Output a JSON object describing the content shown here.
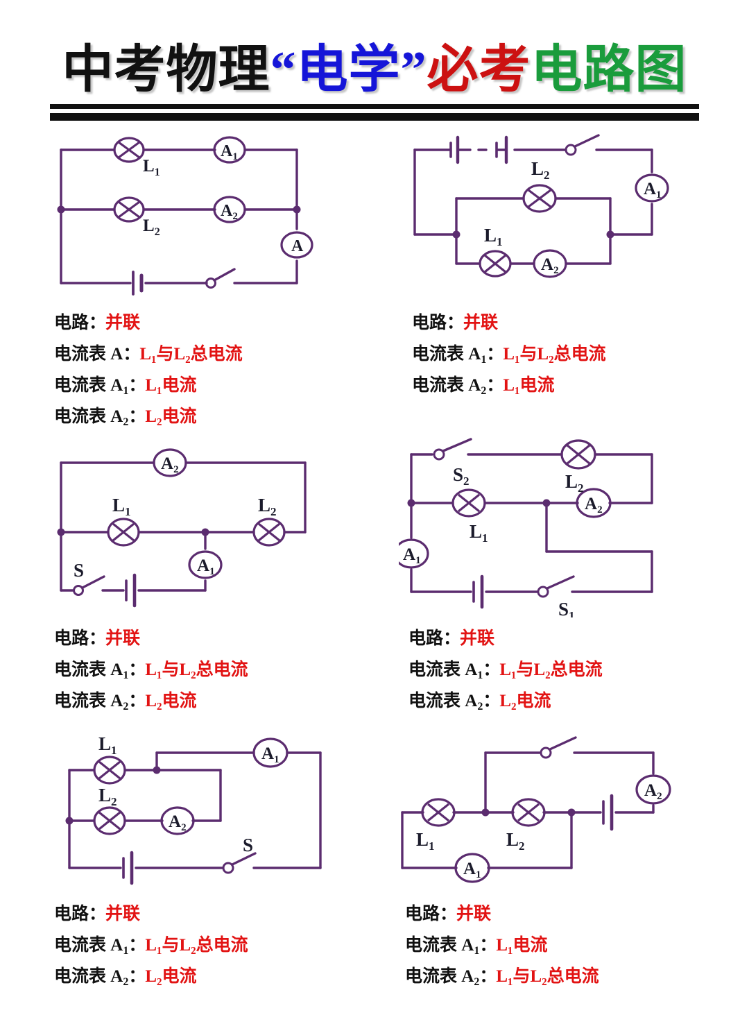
{
  "title": {
    "part1": "中考物理",
    "part2": "“电学”",
    "part3": "必考",
    "part4": "电路图"
  },
  "colors": {
    "wire": "#5B2C6F",
    "answer_red": "#e21313",
    "label_black": "#111111",
    "title_blue": "#1515d8",
    "title_red": "#cc1111",
    "title_green": "#1a9c3c"
  },
  "caption_labels": {
    "circuit": "电路：",
    "ammeter_a": "电流表 A：",
    "ammeter_a1": "电流表 A",
    "ammeter_a2": "电流表 A",
    "colon": "：",
    "sub1": "1",
    "sub2": "2"
  },
  "answers": {
    "parallel": "并联",
    "total": "总电流",
    "current": "电流",
    "and": "与"
  },
  "circuits": [
    {
      "id": "circuit-1",
      "component_labels": {
        "L1": "L",
        "L1sub": "1",
        "L2": "L",
        "L2sub": "2",
        "A": "A",
        "A1": "A",
        "A1sub": "1",
        "A2": "A",
        "A2sub": "2"
      },
      "caption": [
        {
          "label": "电路：",
          "answer": "并联"
        },
        {
          "label": "电流表 A：",
          "answer": "L₁与L₂总电流"
        },
        {
          "label": "电流表 A₁：",
          "answer": "L₁电流"
        },
        {
          "label": "电流表 A₂：",
          "answer": "L₂电流"
        }
      ]
    },
    {
      "id": "circuit-2",
      "component_labels": {
        "L1": "L",
        "L1sub": "1",
        "L2": "L",
        "L2sub": "2",
        "A1": "A",
        "A1sub": "1",
        "A2": "A",
        "A2sub": "2"
      },
      "caption": [
        {
          "label": "电路：",
          "answer": "并联"
        },
        {
          "label": "电流表 A₁：",
          "answer": "L₁与L₂总电流"
        },
        {
          "label": "电流表 A₂：",
          "answer": "L₁电流"
        }
      ]
    },
    {
      "id": "circuit-3",
      "component_labels": {
        "L1": "L",
        "L1sub": "1",
        "L2": "L",
        "L2sub": "2",
        "A1": "A",
        "A1sub": "1",
        "A2": "A",
        "A2sub": "2",
        "S": "S"
      },
      "caption": [
        {
          "label": "电路：",
          "answer": "并联"
        },
        {
          "label": "电流表 A₁：",
          "answer": "L₁与L₂总电流"
        },
        {
          "label": "电流表 A₂：",
          "answer": "L₂电流"
        }
      ]
    },
    {
      "id": "circuit-4",
      "component_labels": {
        "L1": "L",
        "L1sub": "1",
        "L2": "L",
        "L2sub": "2",
        "A1": "A",
        "A1sub": "1",
        "A2": "A",
        "A2sub": "2",
        "S1": "S",
        "S1sub": "1",
        "S2": "S",
        "S2sub": "2"
      },
      "caption": [
        {
          "label": "电路：",
          "answer": "并联"
        },
        {
          "label": "电流表 A₁：",
          "answer": "L₁与L₂总电流"
        },
        {
          "label": "电流表 A₂：",
          "answer": "L₂电流"
        }
      ]
    },
    {
      "id": "circuit-5",
      "component_labels": {
        "L1": "L",
        "L1sub": "1",
        "L2": "L",
        "L2sub": "2",
        "A1": "A",
        "A1sub": "1",
        "A2": "A",
        "A2sub": "2",
        "S": "S"
      },
      "caption": [
        {
          "label": "电路：",
          "answer": "并联"
        },
        {
          "label": "电流表 A₁：",
          "answer": "L₁与L₂总电流"
        },
        {
          "label": "电流表 A₂：",
          "answer": "L₂电流"
        }
      ]
    },
    {
      "id": "circuit-6",
      "component_labels": {
        "L1": "L",
        "L1sub": "1",
        "L2": "L",
        "L2sub": "2",
        "A1": "A",
        "A1sub": "1",
        "A2": "A",
        "A2sub": "2"
      },
      "caption": [
        {
          "label": "电路：",
          "answer": "并联"
        },
        {
          "label": "电流表 A₁：",
          "answer": "L₁电流"
        },
        {
          "label": "电流表 A₂：",
          "answer": "L₁与L₂总电流"
        }
      ]
    }
  ]
}
